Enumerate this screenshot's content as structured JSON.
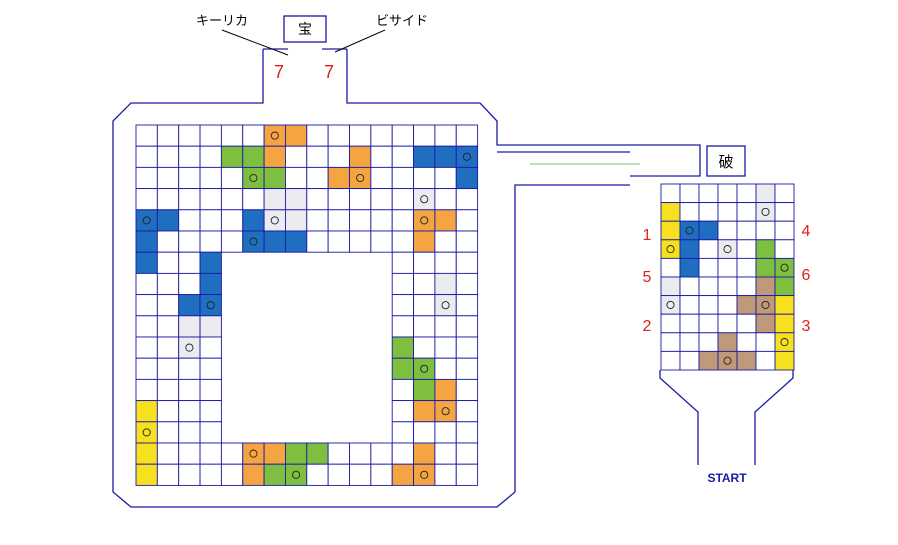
{
  "top": {
    "treasure_label": "宝",
    "left_player": "キーリカ",
    "right_player": "ビサイド",
    "left_count": "7",
    "right_count": "7"
  },
  "small": {
    "break_label": "破",
    "start_label": "START",
    "numbers": [
      "1",
      "4",
      "5",
      "6",
      "2",
      "3"
    ]
  },
  "colors": {
    "grid_line": "#1a1aa6",
    "number_red": "#e0201c",
    "blue": "#1f6ec0",
    "green": "#7fbf3f",
    "orange": "#f5a442",
    "yellow": "#f7e11f",
    "lightgray": "#ececf0",
    "tan": "#c09a78",
    "green_line": "#8fd18f"
  },
  "big_board": {
    "cells": [
      [
        0,
        6,
        "orange",
        true
      ],
      [
        0,
        7,
        "orange",
        false
      ],
      [
        1,
        4,
        "green",
        false
      ],
      [
        1,
        5,
        "green",
        false
      ],
      [
        1,
        6,
        "orange",
        false
      ],
      [
        1,
        10,
        "orange",
        false
      ],
      [
        1,
        13,
        "blue",
        false
      ],
      [
        1,
        14,
        "blue",
        false
      ],
      [
        1,
        15,
        "blue",
        true
      ],
      [
        2,
        5,
        "green",
        true
      ],
      [
        2,
        6,
        "green",
        false
      ],
      [
        2,
        9,
        "orange",
        false
      ],
      [
        2,
        10,
        "orange",
        true
      ],
      [
        2,
        15,
        "blue",
        false
      ],
      [
        3,
        6,
        "lightgray",
        false
      ],
      [
        3,
        7,
        "lightgray",
        false
      ],
      [
        3,
        13,
        "lightgray",
        true
      ],
      [
        4,
        0,
        "blue",
        true
      ],
      [
        4,
        1,
        "blue",
        false
      ],
      [
        4,
        5,
        "blue",
        false
      ],
      [
        4,
        6,
        "lightgray",
        true
      ],
      [
        4,
        7,
        "lightgray",
        false
      ],
      [
        4,
        13,
        "orange",
        true
      ],
      [
        4,
        14,
        "orange",
        false
      ],
      [
        5,
        0,
        "blue",
        false
      ],
      [
        5,
        5,
        "blue",
        true
      ],
      [
        5,
        6,
        "blue",
        false
      ],
      [
        5,
        7,
        "blue",
        false
      ],
      [
        5,
        13,
        "orange",
        false
      ],
      [
        6,
        0,
        "blue",
        false
      ],
      [
        6,
        3,
        "blue",
        false
      ],
      [
        7,
        3,
        "blue",
        false
      ],
      [
        7,
        14,
        "lightgray",
        false
      ],
      [
        8,
        2,
        "blue",
        false
      ],
      [
        8,
        3,
        "blue",
        true
      ],
      [
        8,
        14,
        "lightgray",
        true
      ],
      [
        9,
        2,
        "lightgray",
        false
      ],
      [
        9,
        3,
        "lightgray",
        false
      ],
      [
        10,
        2,
        "lightgray",
        true
      ],
      [
        10,
        12,
        "green",
        false
      ],
      [
        11,
        12,
        "green",
        false
      ],
      [
        11,
        13,
        "green",
        true
      ],
      [
        12,
        13,
        "green",
        false
      ],
      [
        12,
        14,
        "orange",
        false
      ],
      [
        13,
        0,
        "yellow",
        false
      ],
      [
        13,
        13,
        "orange",
        false
      ],
      [
        13,
        14,
        "orange",
        true
      ],
      [
        14,
        0,
        "yellow",
        true
      ],
      [
        15,
        0,
        "yellow",
        false
      ],
      [
        15,
        5,
        "orange",
        true
      ],
      [
        15,
        6,
        "orange",
        false
      ],
      [
        15,
        7,
        "green",
        false
      ],
      [
        15,
        8,
        "green",
        false
      ],
      [
        15,
        13,
        "orange",
        false
      ],
      [
        16,
        0,
        "yellow",
        false
      ],
      [
        16,
        5,
        "orange",
        false
      ],
      [
        16,
        6,
        "green",
        false
      ],
      [
        16,
        7,
        "green",
        true
      ],
      [
        16,
        12,
        "orange",
        false
      ],
      [
        16,
        13,
        "orange",
        true
      ]
    ]
  },
  "small_board": {
    "cells": [
      [
        0,
        5,
        "lightgray",
        false
      ],
      [
        1,
        0,
        "yellow",
        false
      ],
      [
        1,
        5,
        "lightgray",
        true
      ],
      [
        2,
        0,
        "yellow",
        false
      ],
      [
        2,
        1,
        "blue",
        true
      ],
      [
        2,
        2,
        "blue",
        false
      ],
      [
        3,
        0,
        "yellow",
        true
      ],
      [
        3,
        1,
        "blue",
        false
      ],
      [
        3,
        3,
        "lightgray",
        true
      ],
      [
        3,
        5,
        "green",
        false
      ],
      [
        4,
        1,
        "blue",
        false
      ],
      [
        4,
        5,
        "green",
        false
      ],
      [
        4,
        6,
        "green",
        true
      ],
      [
        5,
        0,
        "lightgray",
        false
      ],
      [
        5,
        5,
        "tan",
        false
      ],
      [
        5,
        6,
        "green",
        false
      ],
      [
        6,
        0,
        "lightgray",
        true
      ],
      [
        6,
        4,
        "tan",
        false
      ],
      [
        6,
        5,
        "tan",
        true
      ],
      [
        6,
        6,
        "yellow",
        false
      ],
      [
        7,
        5,
        "tan",
        false
      ],
      [
        7,
        6,
        "yellow",
        false
      ],
      [
        8,
        3,
        "tan",
        false
      ],
      [
        8,
        6,
        "yellow",
        true
      ],
      [
        9,
        2,
        "tan",
        false
      ],
      [
        9,
        3,
        "tan",
        true
      ],
      [
        9,
        4,
        "tan",
        false
      ],
      [
        9,
        6,
        "yellow",
        false
      ]
    ]
  }
}
